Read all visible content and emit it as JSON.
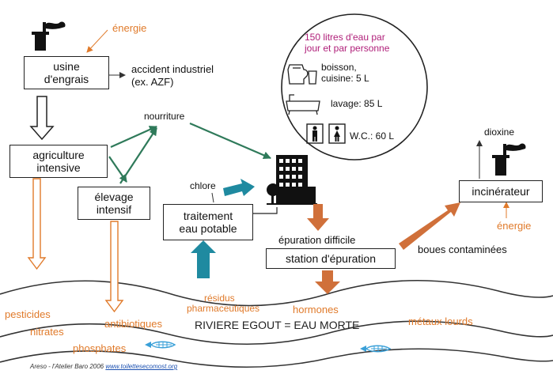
{
  "boxes": {
    "usine_line1": "usine",
    "usine_line2": "d'engrais",
    "agriculture_line1": "agriculture",
    "agriculture_line2": "intensive",
    "elevage_line1": "élevage",
    "elevage_line2": "intensif",
    "traitement_line1": "traitement",
    "traitement_line2": "eau potable",
    "station": "station d'épuration",
    "incinerateur": "incinérateur"
  },
  "labels": {
    "energie_top": "énergie",
    "accident_line1": "accident industriel",
    "accident_line2": "(ex. AZF)",
    "nourriture": "nourriture",
    "chlore": "chlore",
    "epuration_difficile": "épuration difficile",
    "boues": "boues contaminées",
    "dioxine": "dioxine",
    "energie_right": "énergie",
    "pesticides": "pesticides",
    "nitrates": "nitrates",
    "phosphates": "phosphates",
    "antibiotiques": "antibiotiques",
    "residus_line1": "résidus",
    "residus_line2": "pharmaceutiques",
    "hormones": "hormones",
    "riviere": "RIVIERE EGOUT = EAU  MORTE",
    "metaux": "métaux lourds"
  },
  "circle": {
    "title_line1": "150 litres d'eau par",
    "title_line2": "jour et par personne",
    "boisson_line1": "boisson,",
    "boisson_line2": "cuisine: 5 L",
    "lavage": "lavage: 85 L",
    "wc": "W.C.: 60 L"
  },
  "caption": {
    "text": "Areso - l'Atelier Baro 2006",
    "link": "www.toilettesecomost.org"
  },
  "colors": {
    "orange": "#e07a2a",
    "green": "#2f7a5a",
    "teal": "#1f8aa0",
    "arrow_brown": "#d0703a",
    "magenta": "#b0207a",
    "fish": "#3aa0d8"
  }
}
